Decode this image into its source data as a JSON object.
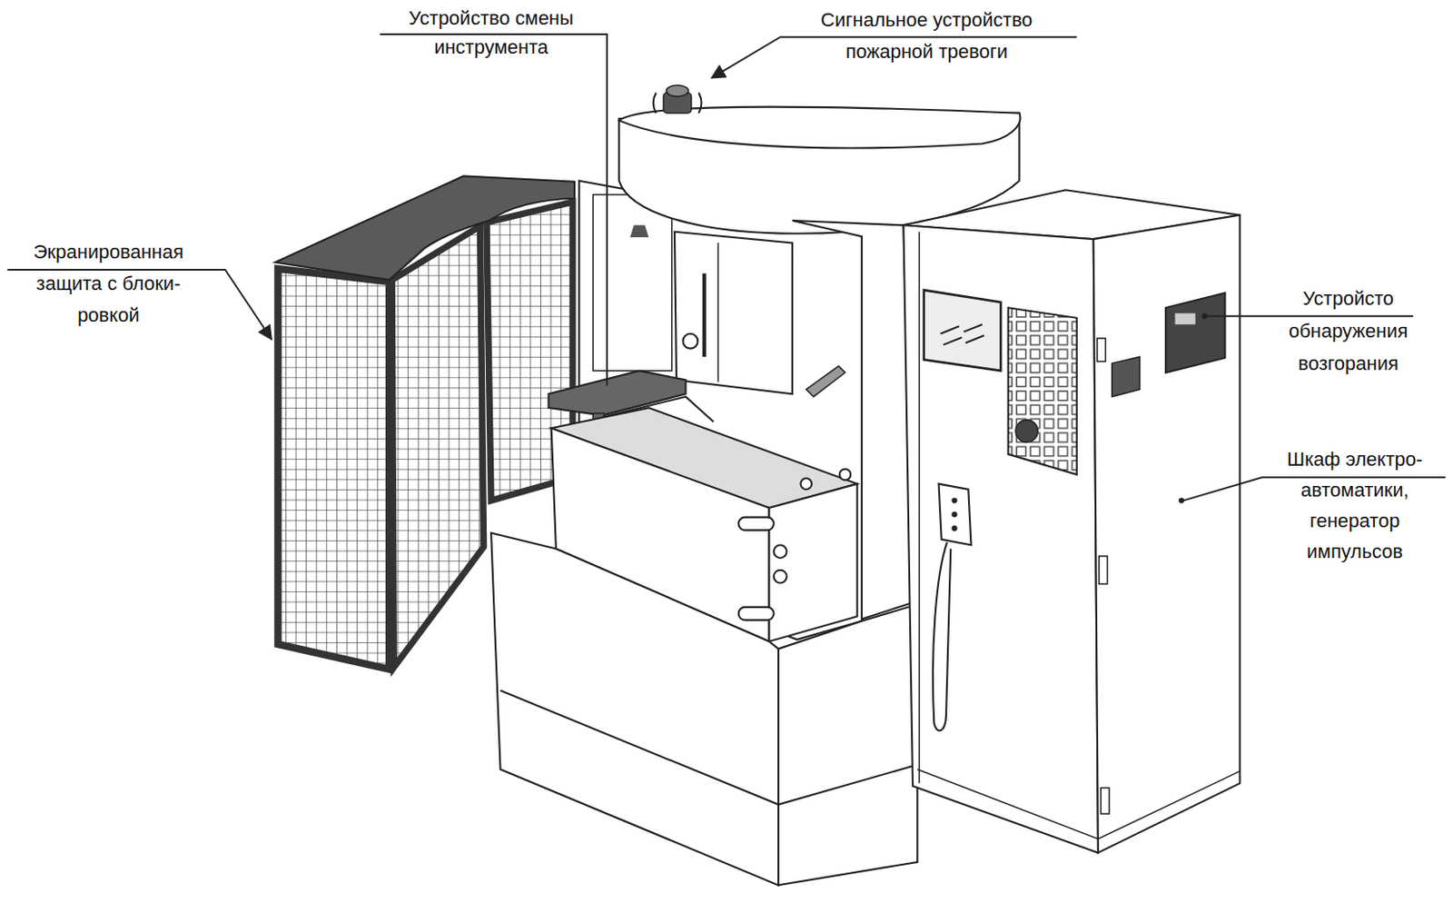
{
  "diagram": {
    "labels": [
      "Устройство смены инструмента",
      "Сигнальное устройство пожарной тревоги",
      "Экранированная защита с блоки- ровкой",
      "Устройсто обнаружения возгорания",
      "Шкаф электро- автоматики, генератор импульсов"
    ]
  }
}
